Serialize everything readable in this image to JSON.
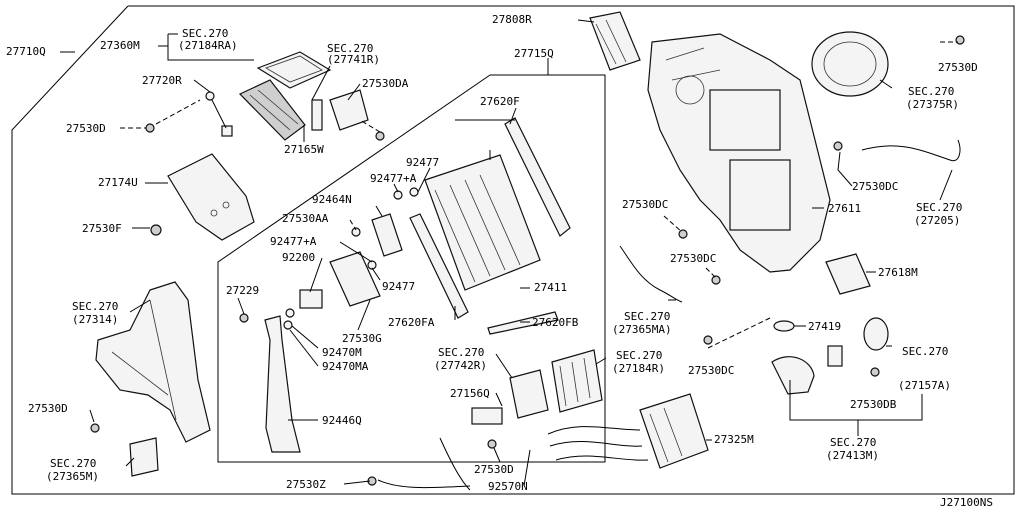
{
  "diagram_id": "J27100NS",
  "labels": {
    "l27710Q": "27710Q",
    "l27360M": "27360M",
    "lSEC270a": "SEC.270",
    "l27184RA": "(27184RA)",
    "lSEC270b": "SEC.270",
    "l27741R": "(27741R)",
    "l27720R": "27720R",
    "l27530DA": "27530DA",
    "l27530D_a": "27530D",
    "l27165W": "27165W",
    "l27174U": "27174U",
    "l27530F": "27530F",
    "l27715Q": "27715Q",
    "l27620F": "27620F",
    "l92477a": "92477",
    "l92477A_a": "92477+A",
    "l92464N": "92464N",
    "l27530AA": "27530AA",
    "l92477A_b": "92477+A",
    "l92200": "92200",
    "l92477b": "92477",
    "l27229": "27229",
    "l27411": "27411",
    "l27620FA": "27620FA",
    "l27620FB": "27620FB",
    "l27530G": "27530G",
    "l92470M": "92470M",
    "l92470MA": "92470MA",
    "l92446Q": "92446Q",
    "lSEC270c": "SEC.270",
    "l27314": "(27314)",
    "l27530D_b": "27530D",
    "lSEC270d": "SEC.270",
    "l27365M": "(27365M)",
    "l27808R": "27808R",
    "l27530D_c": "27530D",
    "lSEC270e": "SEC.270",
    "l27375R": "(27375R)",
    "l27530DC_a": "27530DC",
    "lSEC270f": "SEC.270",
    "l27205": "(27205)",
    "l27611": "27611",
    "l27530DC_b": "27530DC",
    "l27530DC_c": "27530DC",
    "l27618M": "27618M",
    "lSEC270g": "SEC.270",
    "l27365MA": "(27365MA)",
    "l27419": "27419",
    "l27530DC_d": "27530DC",
    "lSEC270h": "SEC.270",
    "l27157A": "(27157A)",
    "l27530DB": "27530DB",
    "lSEC270i": "SEC.270",
    "l27413M": "(27413M)",
    "lSEC270j": "SEC.270",
    "l27742R": "(27742R)",
    "lSEC270k": "SEC.270",
    "l27184R": "(27184R)",
    "l27156Q": "27156Q",
    "l27325M": "27325M",
    "l27530D_d": "27530D",
    "l92570N": "92570N",
    "l27530Z": "27530Z"
  }
}
